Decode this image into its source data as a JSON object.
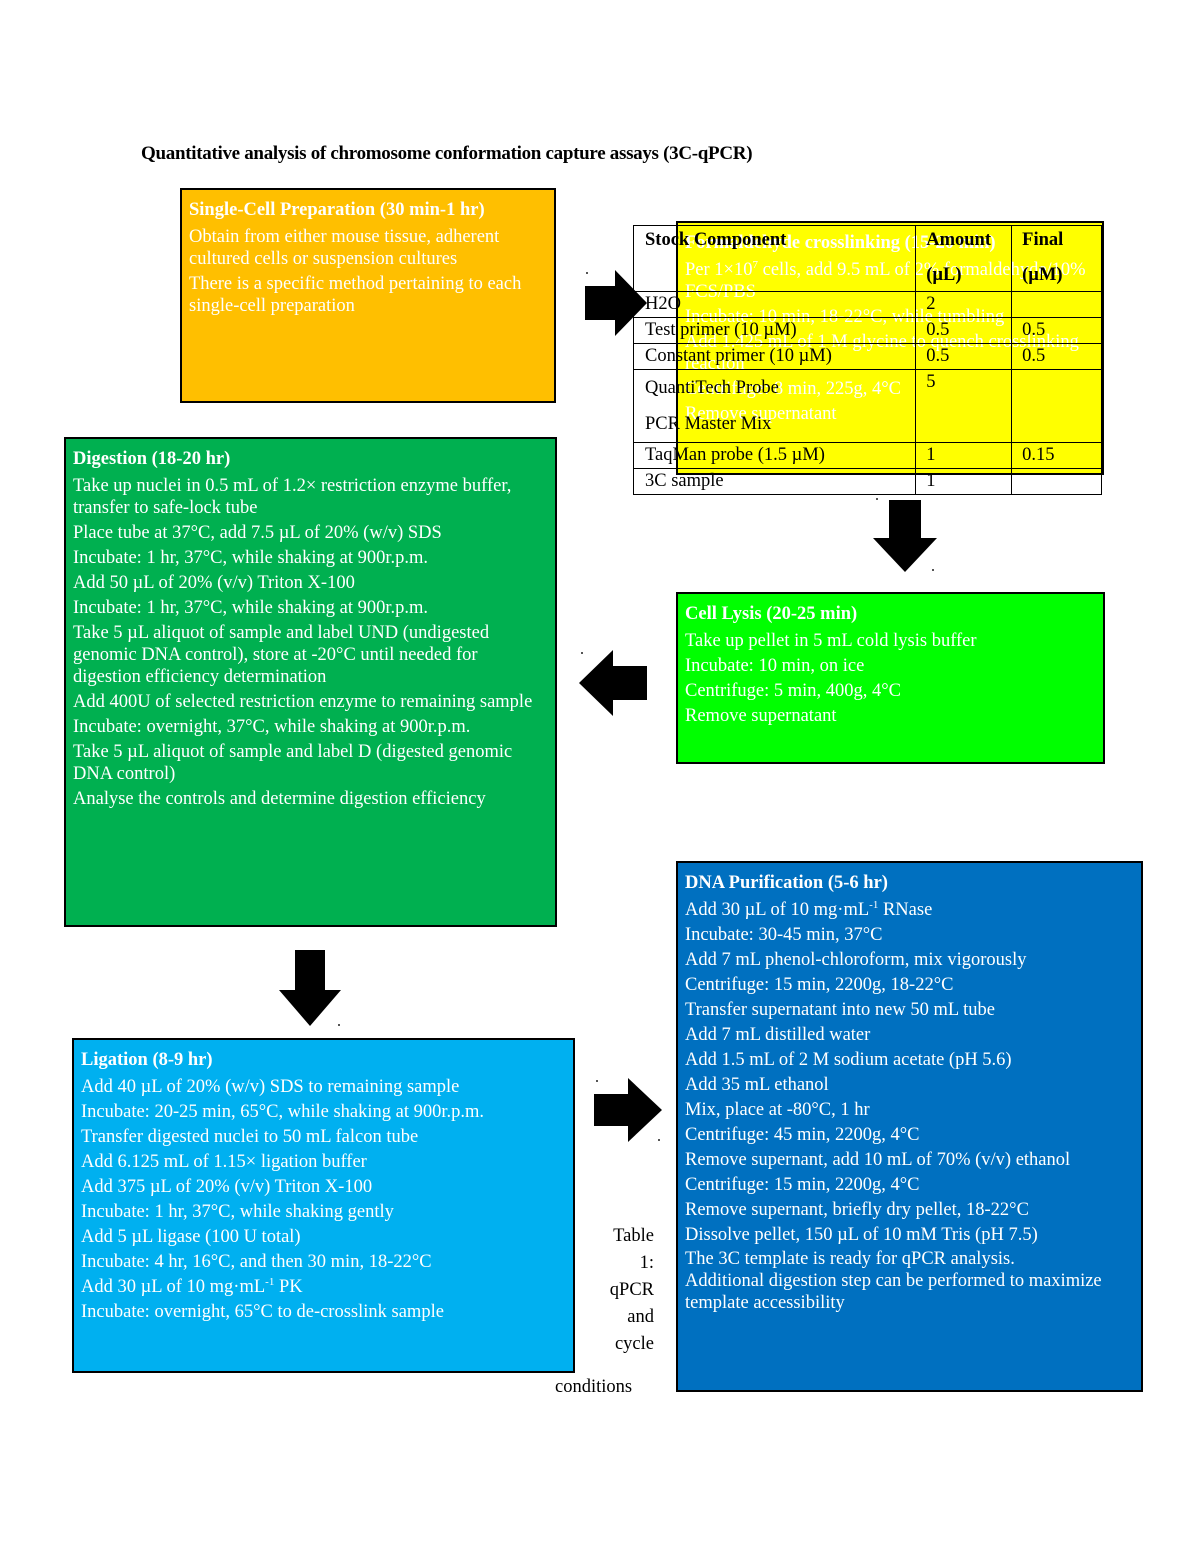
{
  "title": "Quantitative analysis of chromosome conformation capture assays (3C-qPCR)",
  "prep": {
    "heading": "Single-Cell Preparation (30 min-1 hr)",
    "lines": [
      "Obtain from either mouse tissue, adherent cultured cells or suspension cultures",
      "There is a specific method pertaining to each single-cell preparation"
    ]
  },
  "fixation": {
    "heading": "Formaldehyde crosslinking (15-20 min)",
    "line1_pre": "Per 1×10",
    "line1_sup": "7",
    "line1_post": " cells, add 9.5 mL of 2% formaldehyde/10% FCS/PBS",
    "lines": [
      "Incubate: 10 min, 18-22°C, while tumbling",
      "Add 1.425 mL of 1 M glycine to quench crosslinking reaction",
      "Centrifuge: 8 min, 225g, 4°C",
      "Remove supernatant"
    ]
  },
  "table": {
    "headers": {
      "component": "Stock Component",
      "amount": "Amount",
      "amount_unit": "(µL)",
      "final": "Final",
      "final_unit": "(µM)"
    },
    "rows": [
      {
        "component": "H2O",
        "amount": "2",
        "final": ""
      },
      {
        "component": "Test primer (10 µM)",
        "amount": "0.5",
        "final": "0.5"
      },
      {
        "component": "Constant primer (10 µM)",
        "amount": "0.5",
        "final": "0.5"
      },
      {
        "component": "QuantiTech Probe",
        "component2": "PCR Master Mix",
        "amount": "5",
        "final": ""
      },
      {
        "component": "TaqMan probe (1.5 µM)",
        "amount": "1",
        "final": "0.15"
      },
      {
        "component": "3C sample",
        "amount": "1",
        "final": ""
      }
    ]
  },
  "lysis": {
    "heading": "Cell Lysis (20-25 min)",
    "lines": [
      "Take up pellet in 5 mL cold lysis buffer",
      "Incubate: 10 min, on ice",
      "Centrifuge: 5 min, 400g, 4°C",
      "Remove supernatant"
    ]
  },
  "digestion": {
    "heading": "Digestion (18-20 hr)",
    "lines": [
      "Take up nuclei in 0.5 mL of 1.2× restriction enzyme buffer, transfer to safe-lock tube",
      "Place tube at 37°C, add 7.5 µL of 20% (w/v) SDS",
      "Incubate: 1 hr, 37°C, while shaking at 900r.p.m.",
      "Add 50 µL of 20% (v/v) Triton X-100",
      "Incubate: 1 hr, 37°C, while shaking at 900r.p.m.",
      "Take 5 µL aliquot of sample and label UND (undigested genomic DNA control), store at -20°C until needed for digestion efficiency determination",
      "Add 400U of selected restriction enzyme to remaining sample",
      "Incubate: overnight, 37°C, while shaking at 900r.p.m.",
      "Take 5 µL aliquot of sample and label D (digested genomic DNA control)",
      "Analyse the controls and determine digestion efficiency"
    ]
  },
  "ligation": {
    "heading": "Ligation (8-9 hr)",
    "lines_a": [
      "Add 40 µL of 20% (w/v) SDS to remaining sample",
      "Incubate: 20-25 min, 65°C, while shaking at 900r.p.m.",
      "Transfer digested nuclei to 50 mL falcon tube",
      "Add 6.125 mL of 1.15× ligation  buffer",
      "Add 375 µL of 20% (v/v) Triton X-100",
      "Incubate: 1 hr, 37°C, while shaking gently",
      "Add 5 µL ligase (100 U total)",
      "Incubate: 4 hr, 16°C, and then 30 min, 18-22°C"
    ],
    "pk_pre": "Add 30 µL of 10 mg·mL",
    "pk_sup": "-1",
    "pk_post": " PK",
    "last": "Incubate: overnight, 65°C to de-crosslink sample"
  },
  "dna": {
    "heading": "DNA Purification (5-6 hr)",
    "rnase_pre": "Add 30 µL of 10 mg·mL",
    "rnase_sup": "-1",
    "rnase_post": " RNase",
    "lines": [
      "Incubate: 30-45 min, 37°C",
      "Add 7 mL phenol-chloroform, mix vigorously",
      "Centrifuge: 15 min, 2200g, 18-22°C",
      "Transfer supernatant into new 50 mL tube",
      "Add 7 mL distilled water",
      "Add 1.5 mL of 2 M sodium acetate (pH 5.6)",
      "Add 35 mL ethanol",
      "Mix, place at -80°C, 1 hr",
      "Centrifuge: 45 min, 2200g, 4°C",
      "Remove supernant, add 10 mL of 70% (v/v) ethanol",
      "Centrifuge: 15 min, 2200g, 4°C",
      "Remove supernant, briefly dry pellet, 18-22°C",
      "Dissolve pellet, 150 µL of 10 mM Tris (pH 7.5)",
      "The 3C template is ready for qPCR analysis.",
      "Additional digestion step can be performed to maximize template accessibility"
    ]
  },
  "caption": {
    "lines": [
      "Table",
      "1:",
      "qPCR",
      "and",
      "cycle"
    ],
    "last": "conditions"
  }
}
